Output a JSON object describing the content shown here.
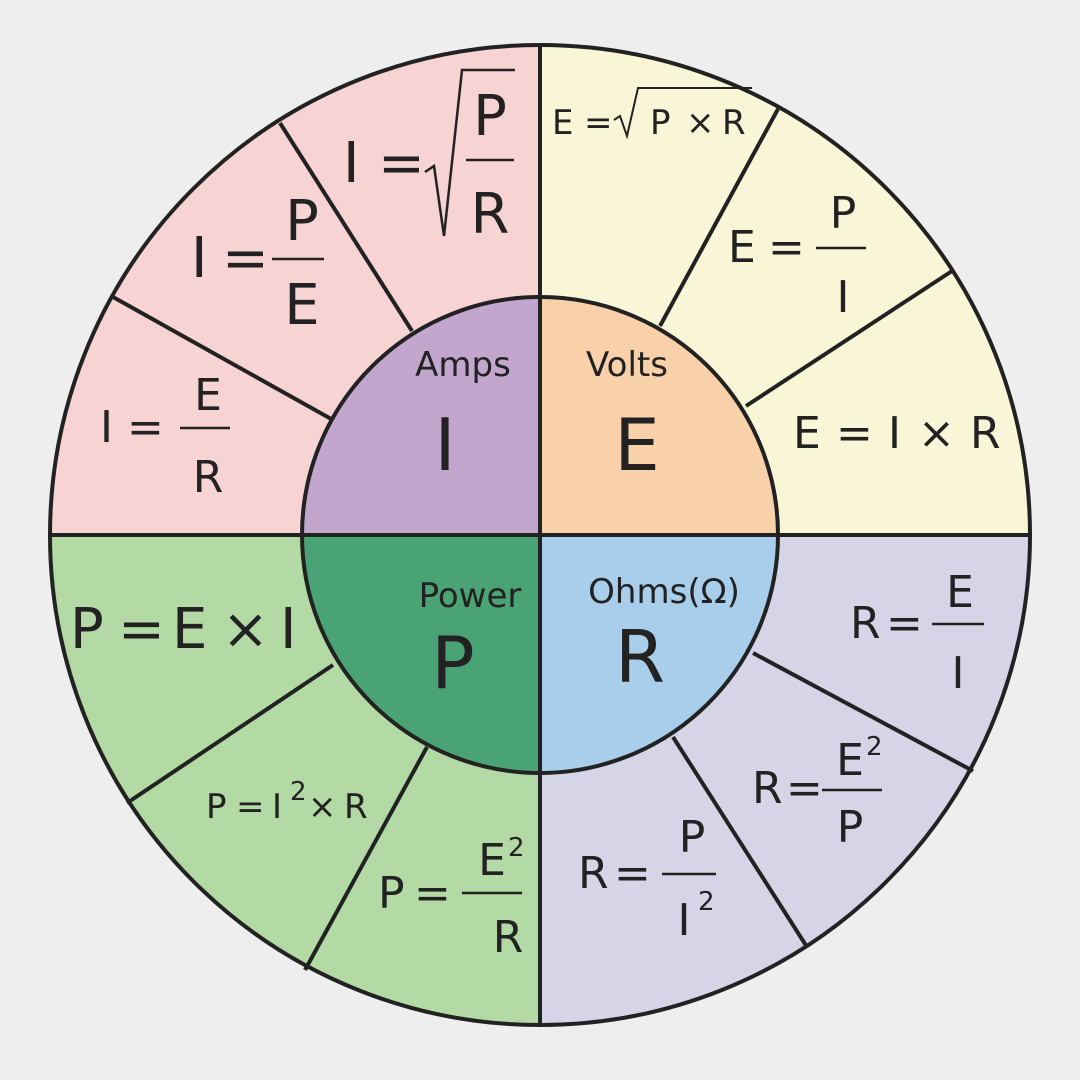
{
  "quadrants": {
    "amps": {
      "label": "Amps",
      "symbol": "I",
      "colors": {
        "inner": "#c3a6ce",
        "outer": "#f7d3d3"
      }
    },
    "volts": {
      "label": "Volts",
      "symbol": "E",
      "colors": {
        "inner": "#f8d1ab",
        "outer": "#f9f6d8"
      }
    },
    "power": {
      "label": "Power",
      "symbol": "P",
      "colors": {
        "inner": "#4aa374",
        "outer": "#b3d9a5"
      }
    },
    "ohms": {
      "label": "Ohms(Ω)",
      "symbol": "R",
      "colors": {
        "inner": "#a8ceeb",
        "outer": "#d6d5e8"
      }
    }
  },
  "formulas": {
    "amps": [
      {
        "lhs": "I",
        "eq": "=",
        "type": "sqrt-fraction",
        "num": "P",
        "den": "R"
      },
      {
        "lhs": "I",
        "eq": "=",
        "type": "fraction",
        "num": "P",
        "den": "E"
      },
      {
        "lhs": "I",
        "eq": "=",
        "type": "fraction",
        "num": "E",
        "den": "R"
      }
    ],
    "volts": [
      {
        "lhs": "E",
        "eq": "=",
        "type": "sqrt-product",
        "a": "P",
        "op": "×",
        "b": "R"
      },
      {
        "lhs": "E",
        "eq": "=",
        "type": "fraction",
        "num": "P",
        "den": "I"
      },
      {
        "lhs": "E",
        "eq": "=",
        "type": "product",
        "a": "I",
        "op": "×",
        "b": "R"
      }
    ],
    "power": [
      {
        "lhs": "P",
        "eq": "=",
        "type": "product",
        "a": "E",
        "op": "×",
        "b": "I"
      },
      {
        "lhs": "P",
        "eq": "=",
        "type": "product-sup",
        "a": "I",
        "a_sup": "2",
        "op": "×",
        "b": "R"
      },
      {
        "lhs": "P",
        "eq": "=",
        "type": "fraction-sup-num",
        "num": "E",
        "num_sup": "2",
        "den": "R"
      }
    ],
    "ohms": [
      {
        "lhs": "R",
        "eq": "=",
        "type": "fraction",
        "num": "E",
        "den": "I"
      },
      {
        "lhs": "R",
        "eq": "=",
        "type": "fraction-sup-num",
        "num": "E",
        "num_sup": "2",
        "den": "P"
      },
      {
        "lhs": "R",
        "eq": "=",
        "type": "fraction-sup-den",
        "num": "P",
        "den": "I",
        "den_sup": "2"
      }
    ]
  },
  "colors": {
    "outline": "#222222",
    "background": "#eeeeee"
  }
}
